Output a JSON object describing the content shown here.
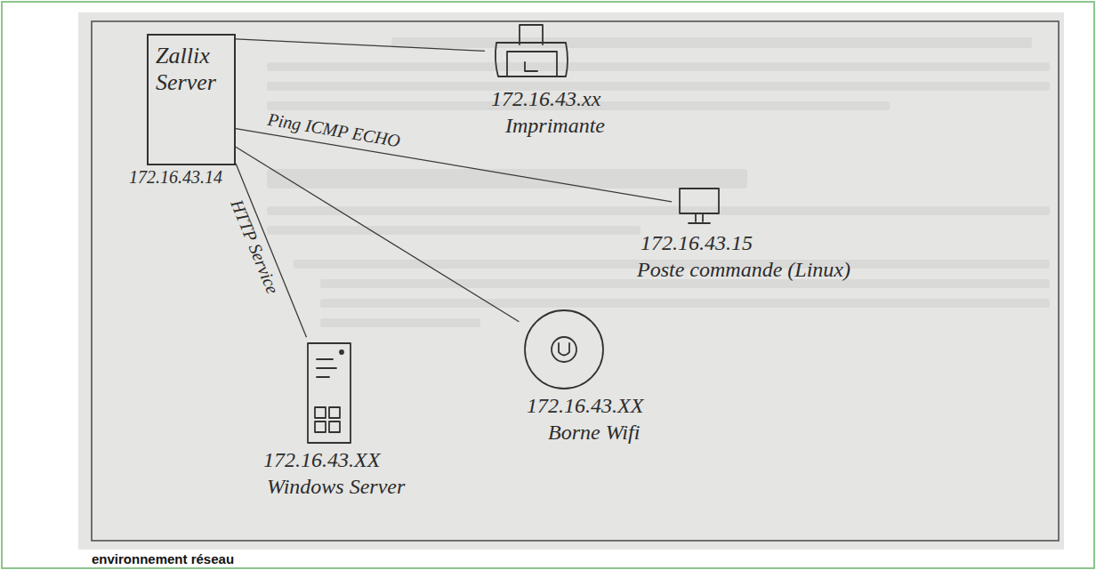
{
  "diagram": {
    "nodes": [
      {
        "text": [
          "Zallix Server",
          "172.16.43.14"
        ]
      },
      {
        "text": [
          "172.16.43.xx",
          "Imprimante"
        ]
      },
      {
        "text": [
          "172.16.43.15",
          "Poste commande (Linux)"
        ]
      },
      {
        "text": [
          "172.16.43.XX",
          "Borne Wifi"
        ]
      },
      {
        "text": [
          "172.16.43.XX",
          "Windows Server"
        ]
      }
    ],
    "edges": [
      {
        "from": 0,
        "to": 1,
        "arrow": "none"
      },
      {
        "from": 0,
        "to": 2,
        "label": "Ping ICMP ECHO",
        "arrow": "none"
      },
      {
        "from": 0,
        "to": 3,
        "arrow": "none"
      },
      {
        "from": 0,
        "to": 4,
        "label": "HTTP Service",
        "arrow": "none"
      }
    ],
    "labels": [
      "environnement réseau"
    ]
  }
}
